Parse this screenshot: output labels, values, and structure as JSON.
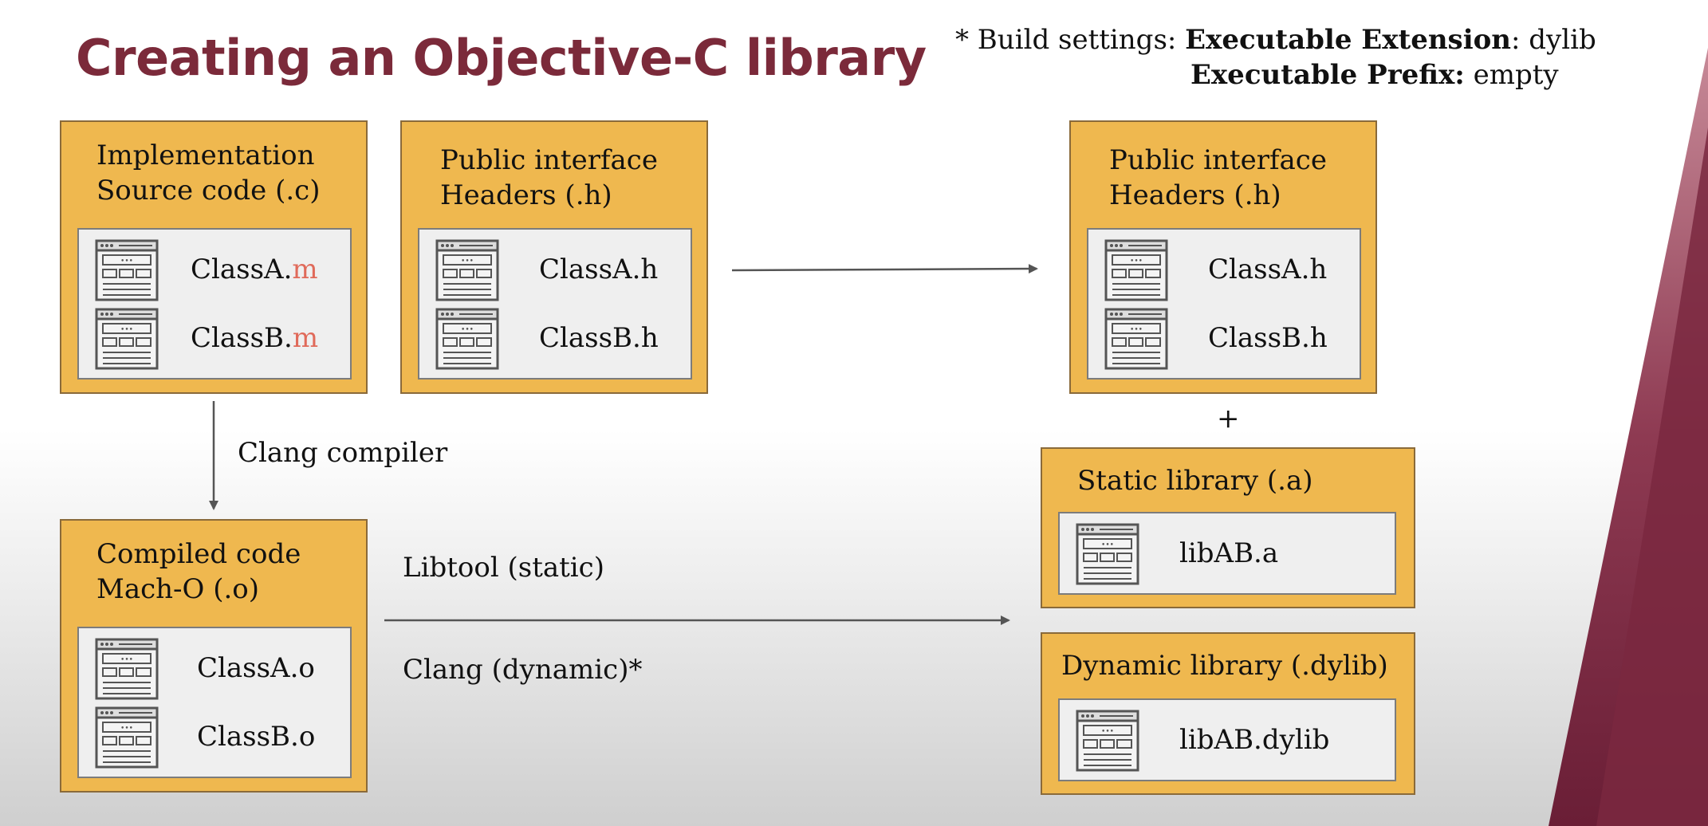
{
  "title": "Creating an Objective-C library",
  "build_note": {
    "prefix": "* Build settings:",
    "ext_key": "Executable Extension",
    "ext_value": ": dylib",
    "prefix_key": "Executable Prefix:",
    "prefix_value": " empty"
  },
  "boxes": {
    "impl": {
      "line1": "Implementation",
      "line2": "Source code (.c)",
      "files": [
        {
          "base": "ClassA.",
          "ext": "m"
        },
        {
          "base": "ClassB.",
          "ext": "m"
        }
      ]
    },
    "public_left": {
      "line1": "Public interface",
      "line2": "Headers (.h)",
      "files": [
        "ClassA.h",
        "ClassB.h"
      ]
    },
    "public_right": {
      "line1": "Public interface",
      "line2": "Headers (.h)",
      "files": [
        "ClassA.h",
        "ClassB.h"
      ]
    },
    "compiled": {
      "line1": "Compiled code",
      "line2": "Mach-O (.o)",
      "files": [
        "ClassA.o",
        "ClassB.o"
      ]
    },
    "static_lib": {
      "title": "Static library (.a)",
      "file": "libAB.a"
    },
    "dynamic_lib": {
      "title": "Dynamic library (.dylib)",
      "file": "libAB.dylib"
    }
  },
  "labels": {
    "clang_compiler": "Clang compiler",
    "libtool": "Libtool (static)",
    "clang_dynamic": "Clang (dynamic)*",
    "plus": "+"
  },
  "colors": {
    "title": "#7b2a3a",
    "card": "#efb84f",
    "inner": "#efefef",
    "accent_ext": "#e06a5a",
    "deco": "#7a2840"
  },
  "icons": {
    "file": "document-window-icon"
  }
}
